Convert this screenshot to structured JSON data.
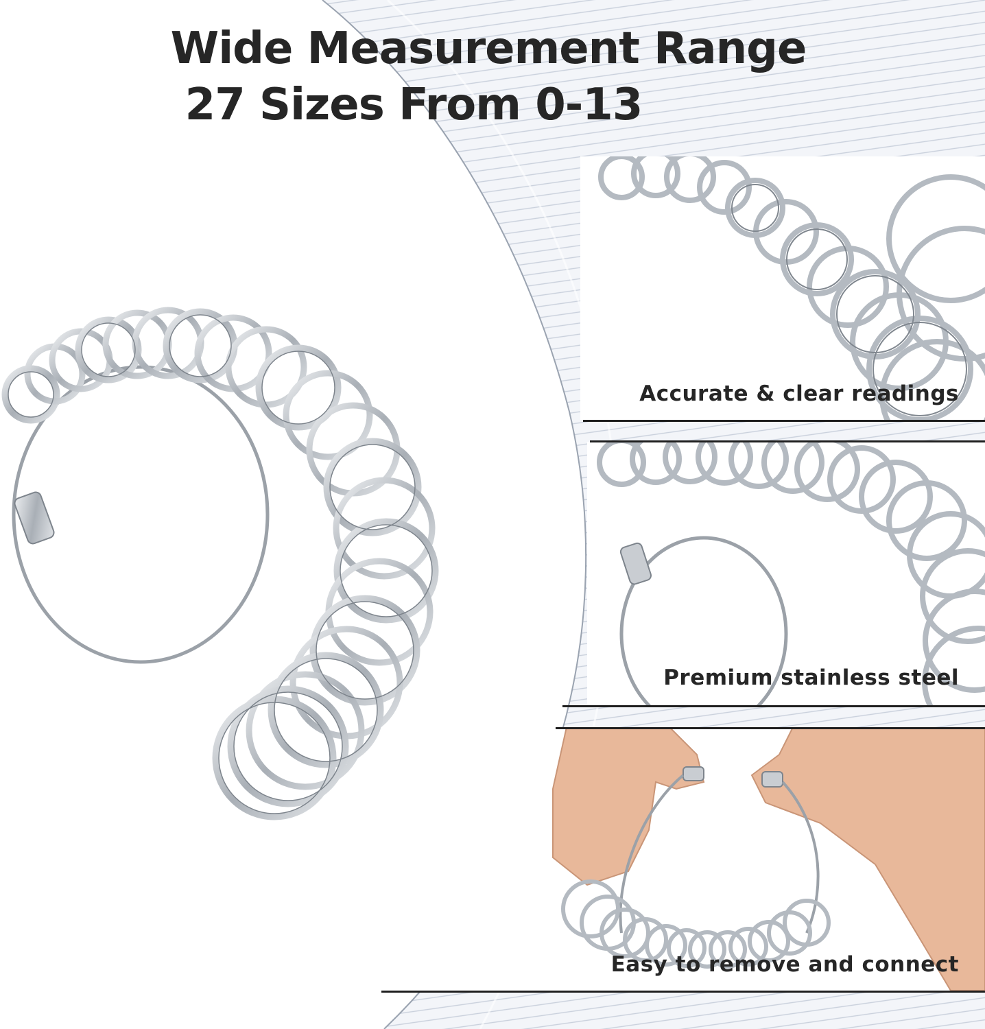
{
  "headline": {
    "line1": "Wide Measurement Range",
    "line2": "27 Sizes From 0-13"
  },
  "features": [
    {
      "caption": "Accurate & clear readings",
      "image": "ring-sizer-closeup"
    },
    {
      "caption": "Premium stainless steel",
      "image": "ring-sizer-wire-loop"
    },
    {
      "caption": "Easy to remove and connect",
      "image": "hands-opening-ring-sizer"
    }
  ],
  "main_image": "ring-sizer-set",
  "colors": {
    "text": "#262626",
    "steel": "#b9bec4",
    "steel_dark": "#7d848c",
    "skin": "#e8b89a",
    "line_pattern": "#d3d9e4"
  }
}
